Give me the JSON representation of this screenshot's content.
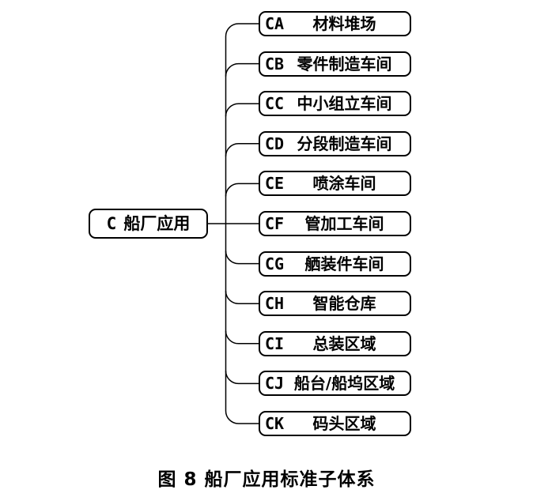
{
  "figure": {
    "root": {
      "code": "C",
      "name": "船厂应用"
    },
    "children": [
      {
        "code": "CA",
        "name": "材料堆场"
      },
      {
        "code": "CB",
        "name": "零件制造车间"
      },
      {
        "code": "CC",
        "name": "中小组立车间"
      },
      {
        "code": "CD",
        "name": "分段制造车间"
      },
      {
        "code": "CE",
        "name": "喷涂车间"
      },
      {
        "code": "CF",
        "name": "管加工车间"
      },
      {
        "code": "CG",
        "name": "舾装件车间"
      },
      {
        "code": "CH",
        "name": "智能仓库"
      },
      {
        "code": "CI",
        "name": "总装区域"
      },
      {
        "code": "CJ",
        "name": "船台/船坞区域"
      },
      {
        "code": "CK",
        "name": "码头区域"
      }
    ],
    "caption": "图 8 船厂应用标准子体系",
    "line_color": "#000000",
    "box_fill": "#ffffff"
  }
}
